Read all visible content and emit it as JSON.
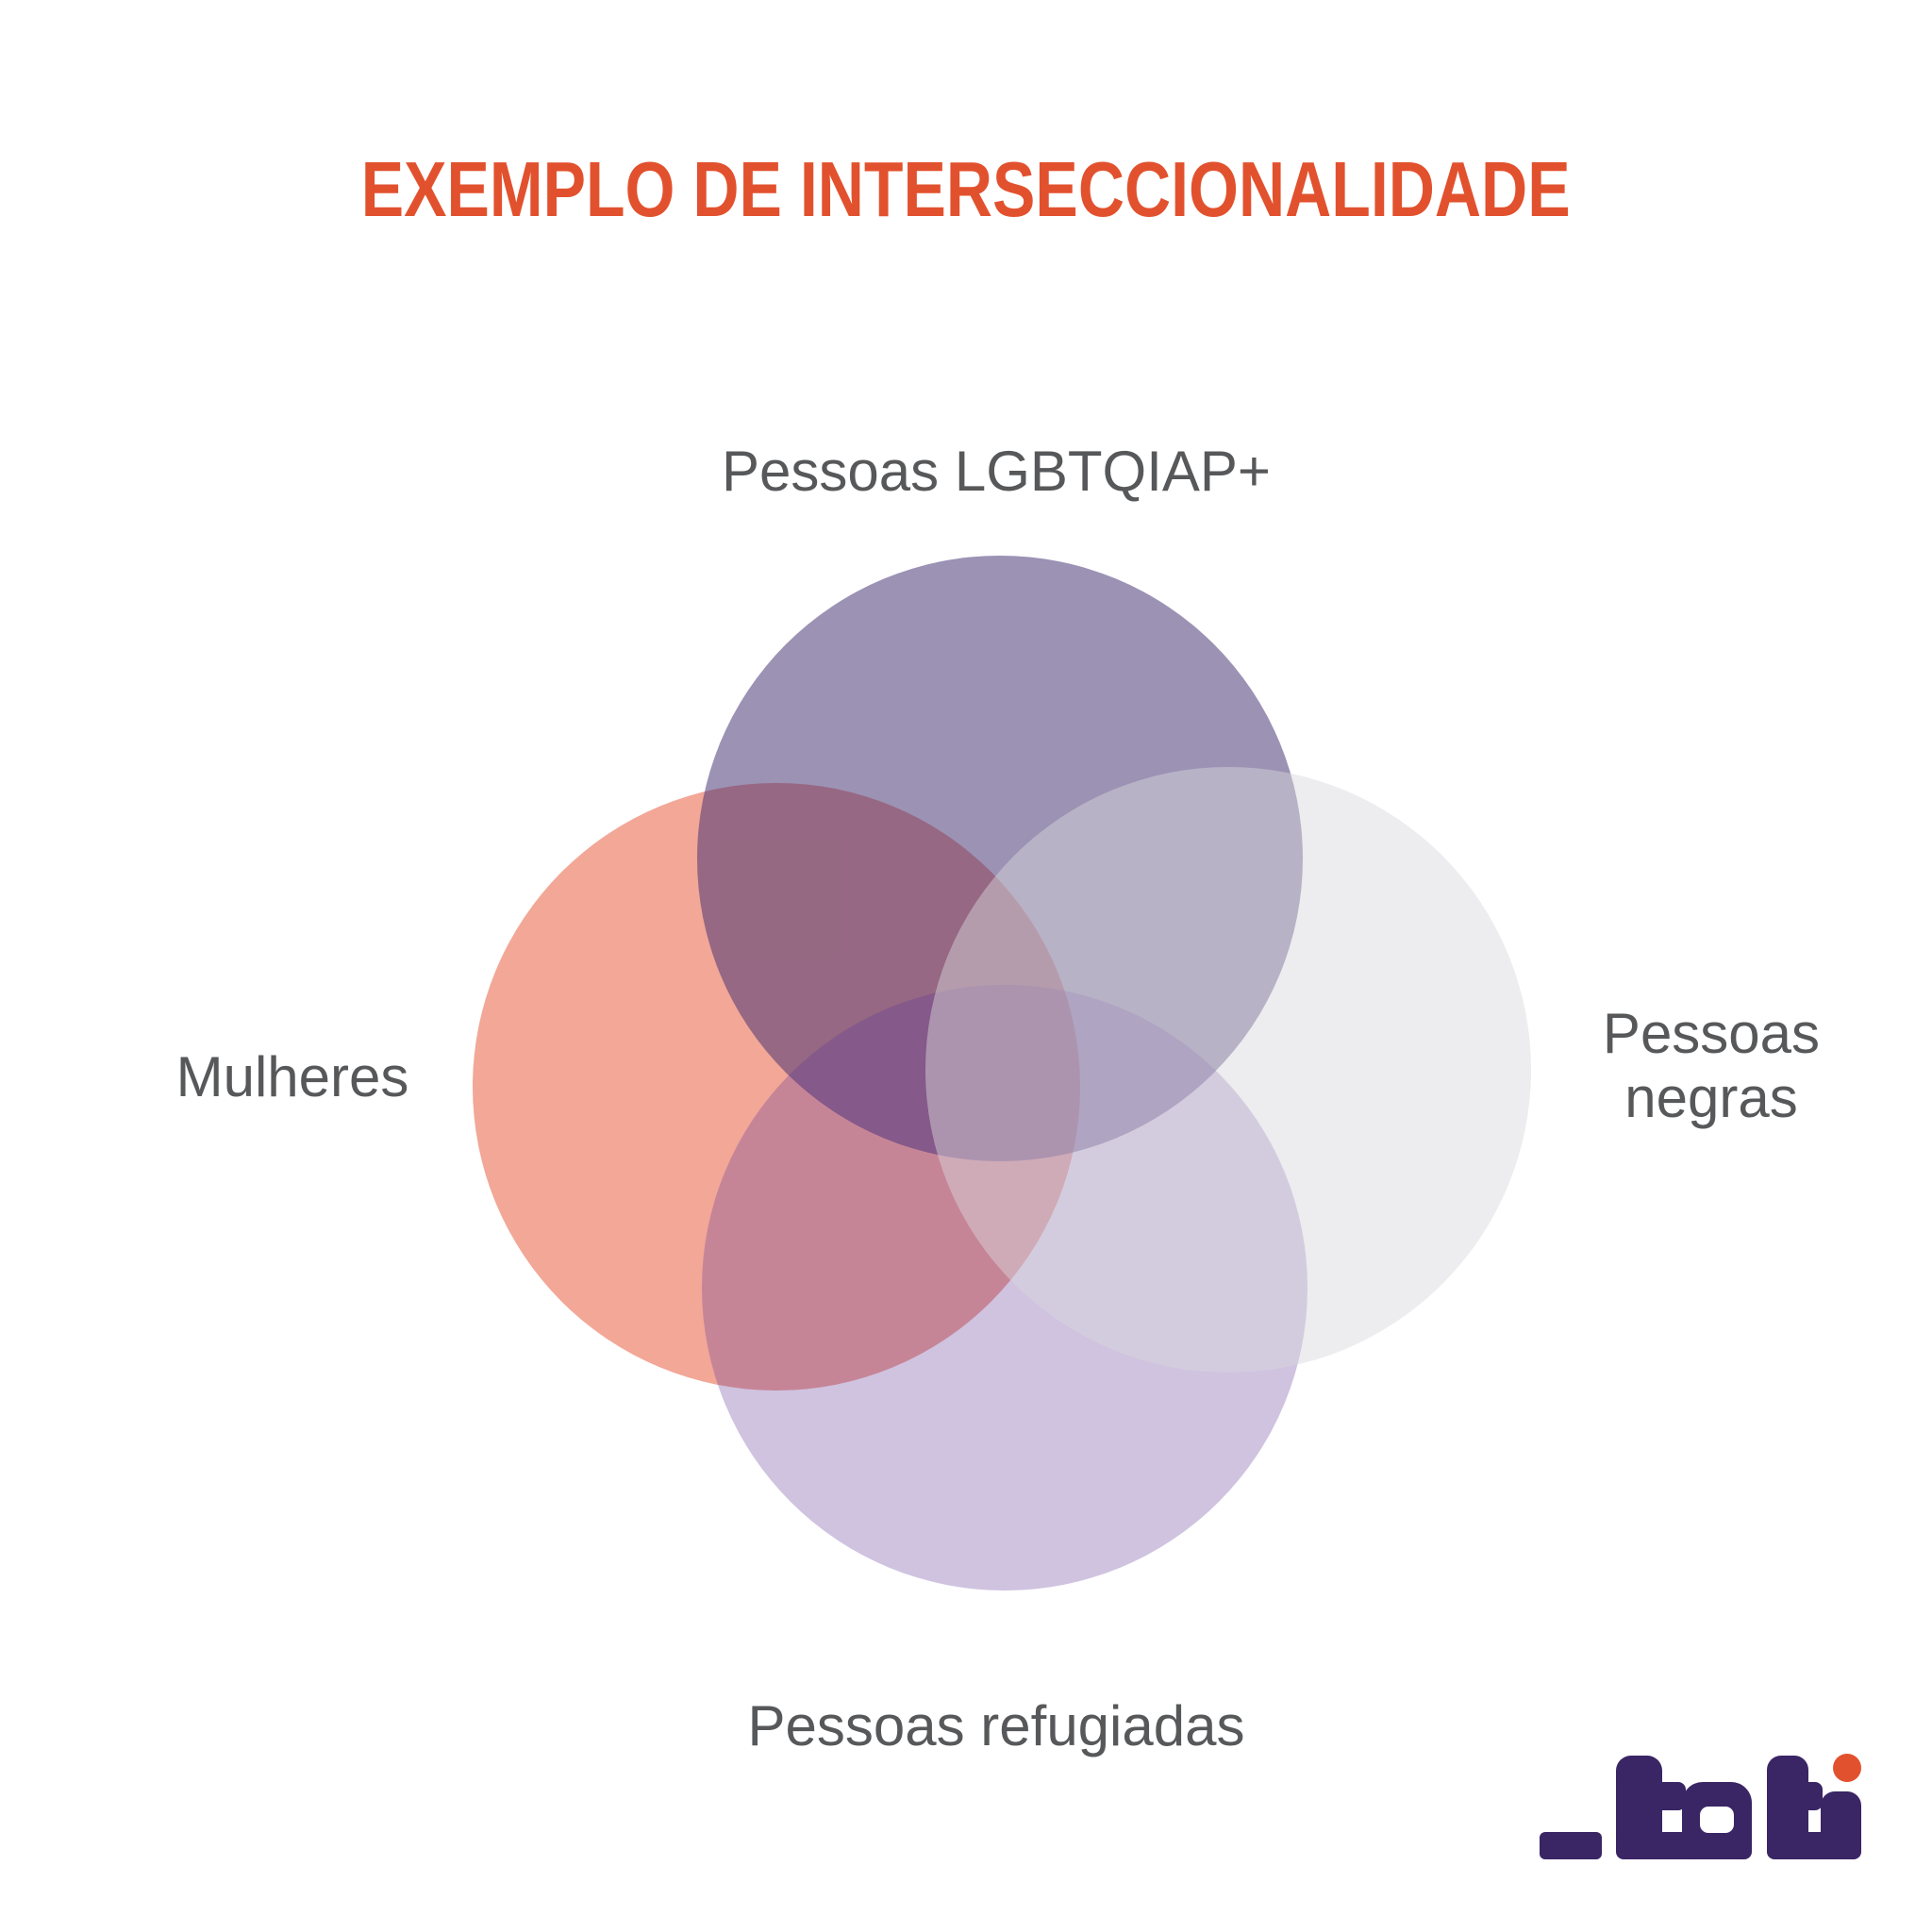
{
  "title": {
    "text": "EXEMPLO DE INTERSECCIONALIDADE",
    "color": "#E2512E"
  },
  "diagram": {
    "type": "venn-4-circles",
    "label_color": "#57585A",
    "circles": [
      {
        "id": "lgbtqiap",
        "label": "Pessoas LGBTQIAP+",
        "position": "top",
        "fill": "#9C92B4"
      },
      {
        "id": "mulheres",
        "label": "Mulheres",
        "position": "left",
        "fill": "#F2A797"
      },
      {
        "id": "negras",
        "label": "Pessoas negras",
        "position": "right",
        "fill": "#EDECEE"
      },
      {
        "id": "refugiadas",
        "label": "Pessoas refugiadas",
        "position": "bottom",
        "fill": "#CFC3E0"
      }
    ]
  },
  "logo": {
    "text": "_toti",
    "color": "#3A2565",
    "dot_color": "#E2512E"
  }
}
